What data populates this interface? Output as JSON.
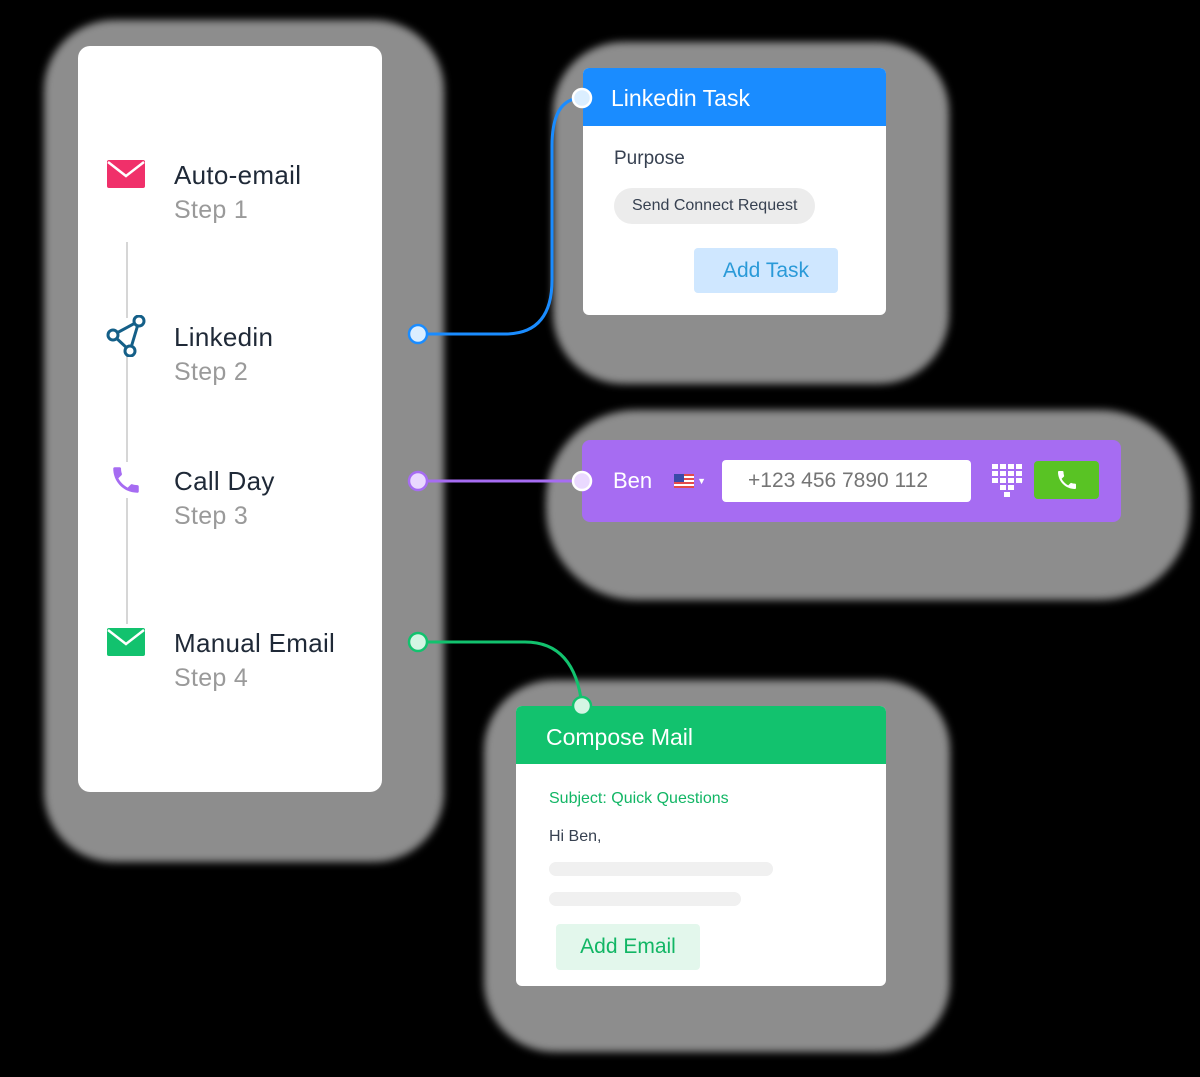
{
  "colors": {
    "autoEmail": "#f0306a",
    "linkedin": "#1a8cff",
    "linkedinIcon": "#145f88",
    "call": "#a66cf2",
    "manualEmail": "#12c26e",
    "callButton": "#59c324"
  },
  "steps": [
    {
      "title": "Auto-email",
      "sub": "Step 1",
      "icon": "envelope-icon"
    },
    {
      "title": "Linkedin",
      "sub": "Step 2",
      "icon": "share-nodes-icon"
    },
    {
      "title": "Call Day",
      "sub": "Step 3",
      "icon": "phone-icon"
    },
    {
      "title": "Manual Email",
      "sub": "Step 4",
      "icon": "envelope-icon"
    }
  ],
  "linkedinTask": {
    "title": "Linkedin Task",
    "purposeLabel": "Purpose",
    "purposeValue": "Send Connect Request",
    "button": "Add Task"
  },
  "call": {
    "name": "Ben",
    "flag": "us-flag-icon",
    "phonePlaceholder": "+123 456 7890 112"
  },
  "compose": {
    "title": "Compose Mail",
    "subject": "Subject: Quick Questions",
    "greeting": "Hi Ben,",
    "button": "Add Email"
  }
}
